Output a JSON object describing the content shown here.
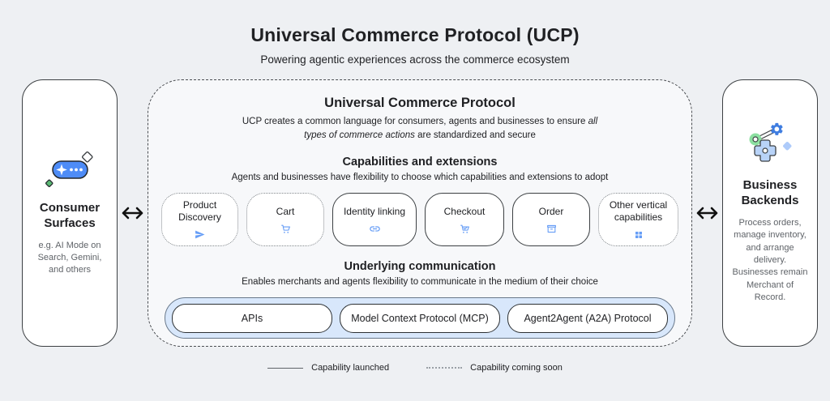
{
  "page": {
    "title": "Universal Commerce Protocol (UCP)",
    "subtitle": "Powering agentic experiences across the commerce ecosystem"
  },
  "left_box": {
    "icon": "ai-pill-sparkle-icon",
    "title": "Consumer Surfaces",
    "description": "e.g. AI Mode on Search, Gemini, and others"
  },
  "right_box": {
    "icon": "gear-integration-icon",
    "title": "Business Backends",
    "description": "Process orders, manage inventory, and arrange delivery. Businesses remain Merchant of Record."
  },
  "center": {
    "title": "Universal Commerce Protocol",
    "description_prefix": "UCP creates a common language for consumers, agents and businesses to ensure ",
    "description_italic": "all types of commerce actions",
    "description_suffix": " are standardized and secure",
    "capabilities": {
      "title": "Capabilities and extensions",
      "subtitle": "Agents and businesses have flexibility to choose which capabilities and extensions to adopt",
      "cards": [
        {
          "label": "Product Discovery",
          "icon": "send-icon",
          "status": "coming-soon"
        },
        {
          "label": "Cart",
          "icon": "cart-icon",
          "status": "coming-soon"
        },
        {
          "label": "Identity linking",
          "icon": "link-icon",
          "status": "launched"
        },
        {
          "label": "Checkout",
          "icon": "cart-check-icon",
          "status": "launched"
        },
        {
          "label": "Order",
          "icon": "order-box-icon",
          "status": "launched"
        },
        {
          "label": "Other vertical capabilities",
          "icon": "grid-icon",
          "status": "coming-soon"
        }
      ]
    },
    "communication": {
      "title": "Underlying communication",
      "subtitle": "Enables merchants and agents flexibility to communicate in the medium of their choice",
      "pills": [
        {
          "label": "APIs"
        },
        {
          "label": "Model Context Protocol (MCP)"
        },
        {
          "label": "Agent2Agent (A2A) Protocol"
        }
      ]
    }
  },
  "legend": {
    "launched_label": "Capability launched",
    "coming_soon_label": "Capability coming soon"
  },
  "colors": {
    "accent_blue": "#669df6",
    "pill_blue": "#4e8cf7",
    "pills_container_fill": "#d8e7fb",
    "green": "#5bb974",
    "border_dark": "#3c4043",
    "background": "#eef0f3"
  }
}
